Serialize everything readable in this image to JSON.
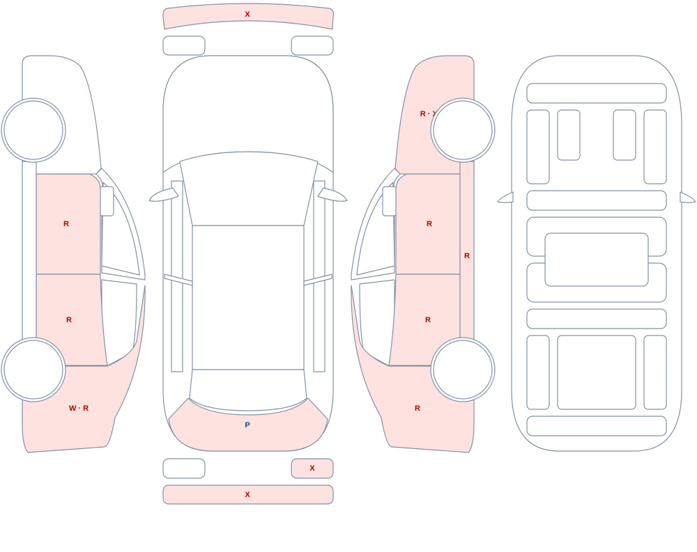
{
  "colors": {
    "outline": "#8391a6",
    "damage_fill": "#fde2df",
    "code_red": "#b00000",
    "code_blue": "#1d3f9a"
  },
  "labels": {
    "front_bumper": "X",
    "rear_right_lamp": "X",
    "rear_bumper": "X",
    "left_front_door": "R",
    "left_rear_door": "R",
    "left_rear_fender": "W · R",
    "hood": "P",
    "right_front_fender": "R · XX",
    "right_front_door": "R",
    "right_rear_door": "R",
    "right_sill": "R",
    "right_rear_fender": "R"
  }
}
